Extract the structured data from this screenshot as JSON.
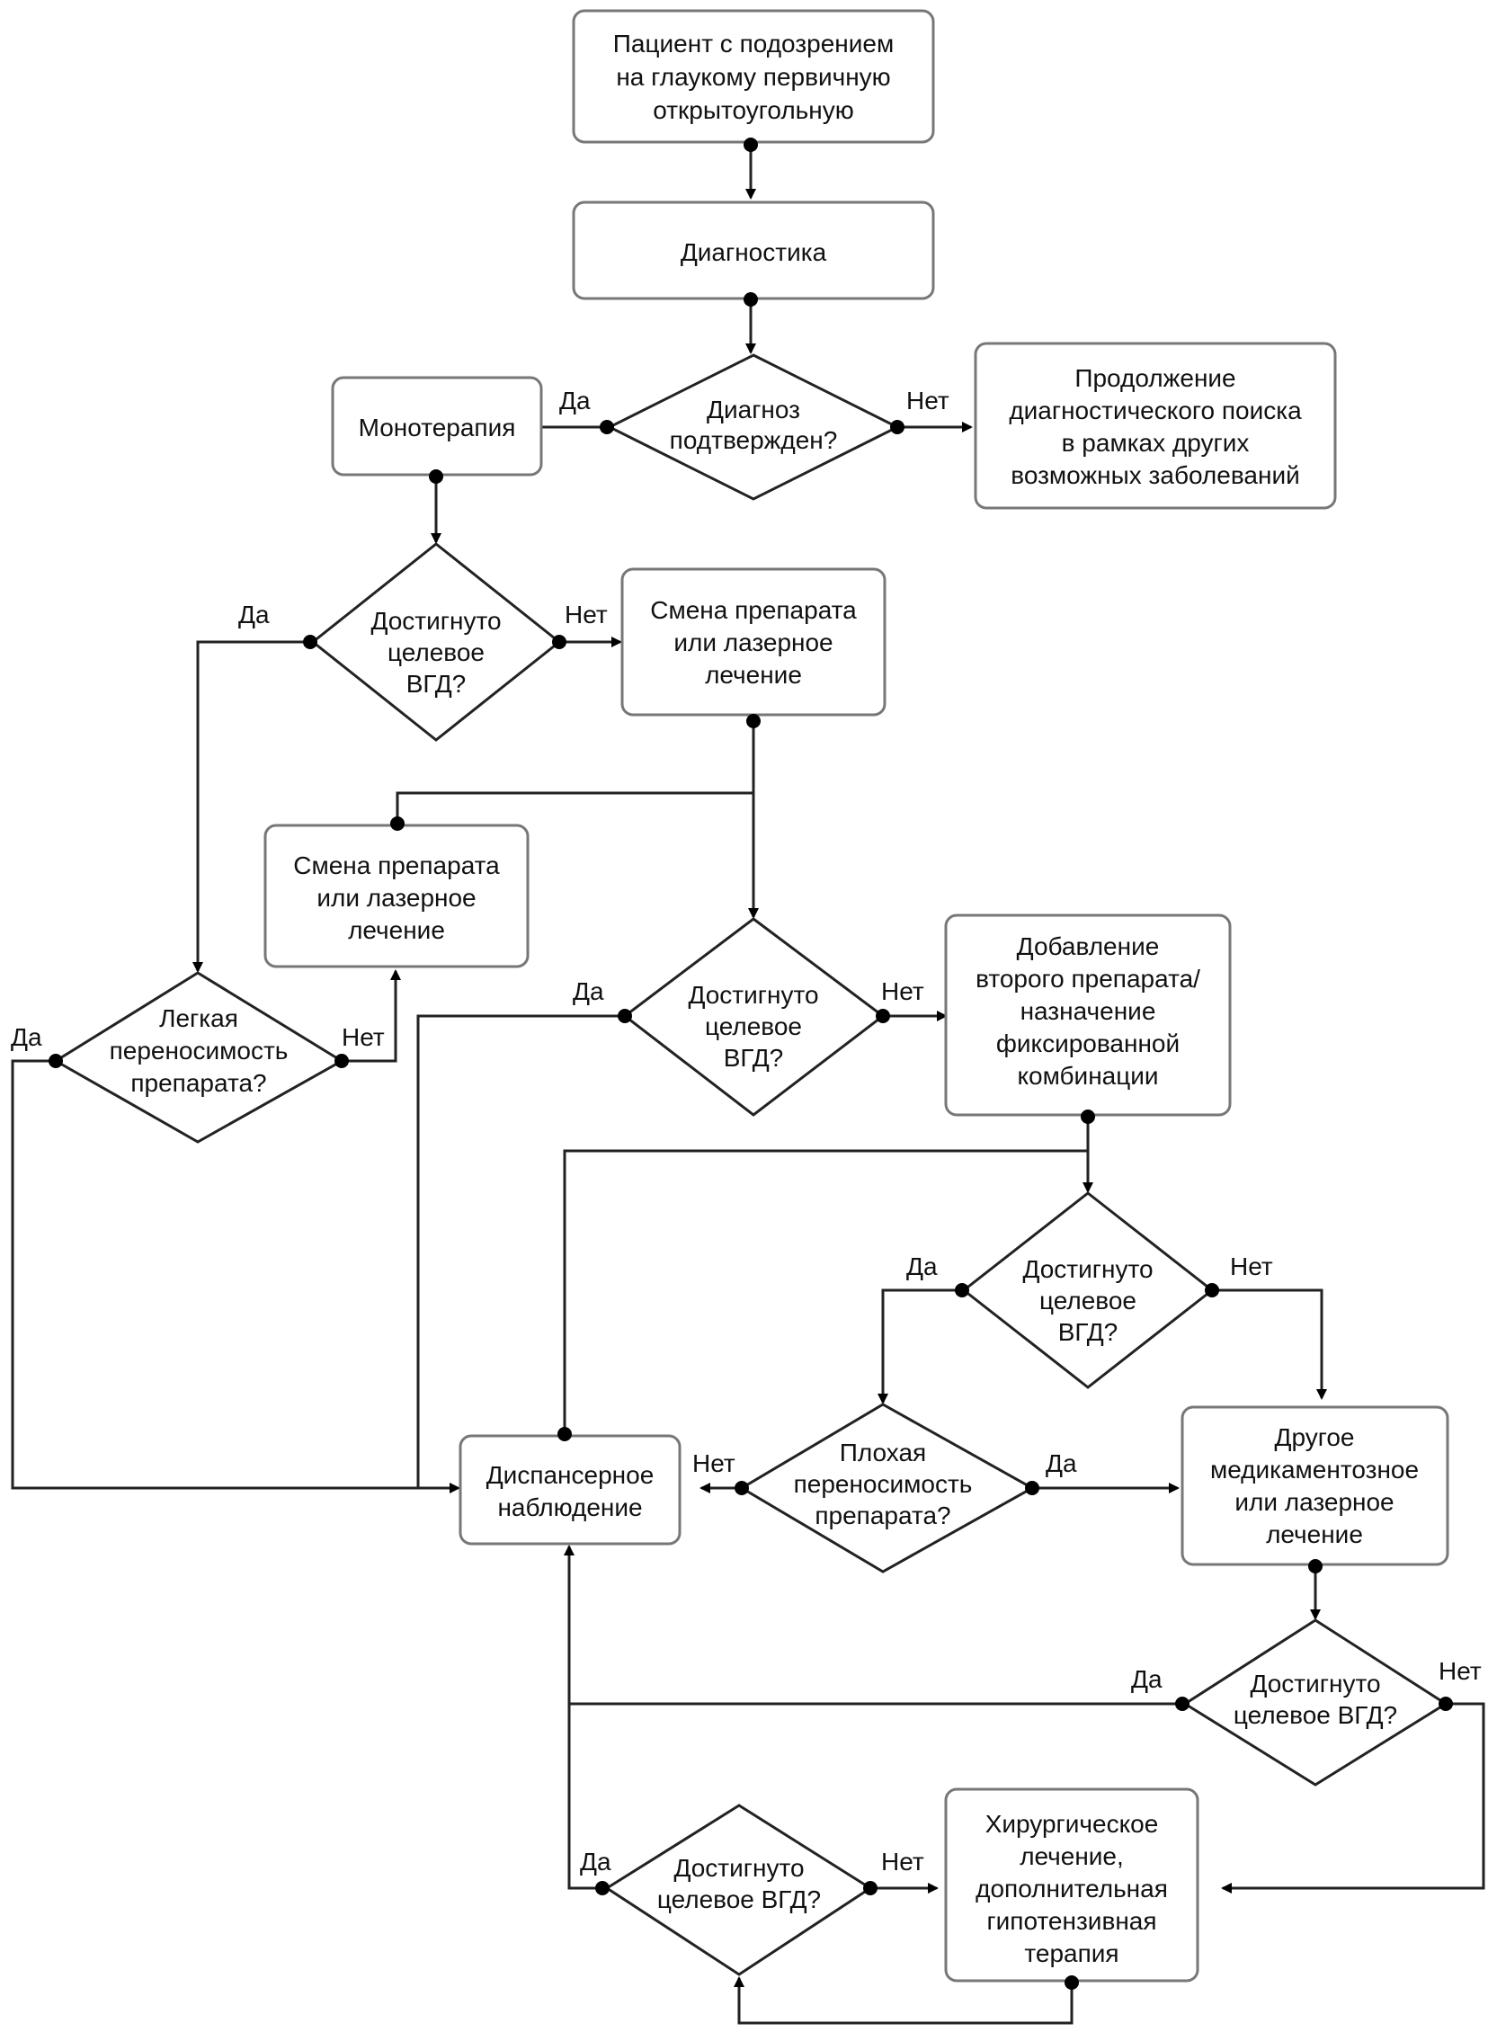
{
  "nodes": {
    "start": {
      "lines": [
        "Пациент с подозрением",
        "на глаукому первичную",
        "открытоугольную"
      ]
    },
    "diag": {
      "lines": [
        "Диагностика"
      ]
    },
    "q1": {
      "lines": [
        "Диагноз",
        "подтвержден?"
      ]
    },
    "cont": {
      "lines": [
        "Продолжение",
        "диагностического поиска",
        "в рамках других",
        "возможных заболеваний"
      ]
    },
    "mono": {
      "lines": [
        "Монотерапия"
      ]
    },
    "q2": {
      "lines": [
        "Достигнуто",
        "целевое",
        "ВГД?"
      ]
    },
    "change1": {
      "lines": [
        "Смена препарата",
        "или лазерное",
        "лечение"
      ]
    },
    "change2": {
      "lines": [
        "Смена препарата",
        "или лазерное",
        "лечение"
      ]
    },
    "q3": {
      "lines": [
        "Легкая",
        "переносимость",
        "препарата?"
      ]
    },
    "q4": {
      "lines": [
        "Достигнуто",
        "целевое",
        "ВГД?"
      ]
    },
    "add": {
      "lines": [
        "Добавление",
        "второго препарата/",
        "назначение",
        "фиксированной",
        "комбинации"
      ]
    },
    "q5": {
      "lines": [
        "Достигнуто",
        "целевое",
        "ВГД?"
      ]
    },
    "disp": {
      "lines": [
        "Диспансерное",
        "наблюдение"
      ]
    },
    "q6": {
      "lines": [
        "Плохая",
        "переносимость",
        "препарата?"
      ]
    },
    "other": {
      "lines": [
        "Другое",
        "медикаментозное",
        "или лазерное",
        "лечение"
      ]
    },
    "q7": {
      "lines": [
        "Достигнуто",
        "целевое ВГД?"
      ]
    },
    "q8": {
      "lines": [
        "Достигнуто",
        "целевое ВГД?"
      ]
    },
    "surg": {
      "lines": [
        "Хирургическое",
        "лечение,",
        "дополнительная",
        "гипотензивная",
        "терапия"
      ]
    }
  },
  "labels": {
    "yes": "Да",
    "no": "Нет"
  }
}
